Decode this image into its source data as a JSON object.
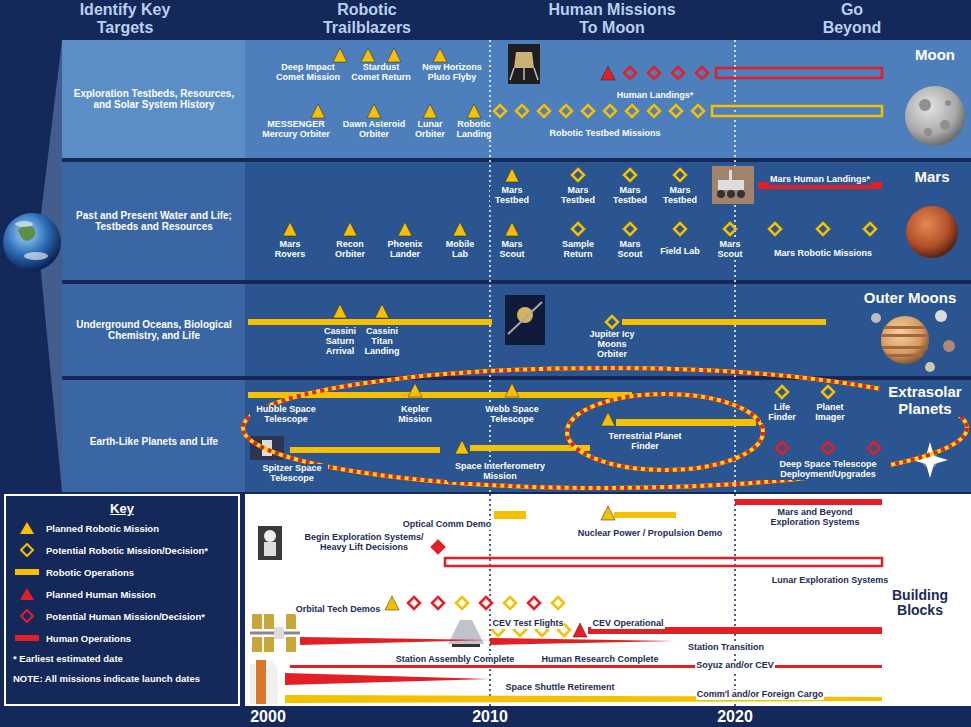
{
  "diagram": {
    "nodes": [
      {
        "text": [
          "Exploration Testbeds, Resources, and Solar System History",
          "Moon"
        ]
      },
      {
        "text": [
          "Past and Present Water and Life; Testbeds and Resources",
          "Mars"
        ]
      },
      {
        "text": [
          "Underground Oceans, Biological Chemistry, and Life",
          "Outer Moons"
        ]
      },
      {
        "text": [
          "Earth-Like Planets and Life",
          "Extrasolar Planets"
        ]
      },
      {
        "text": [
          "Key"
        ]
      },
      {
        "text": [
          "Building Blocks"
        ]
      }
    ],
    "labels": [
      "Identify Key Targets",
      "Robotic Trailblazers",
      "Human Missions To Moon",
      "Go Beyond",
      "Deep Impact Comet Mission",
      "Stardust Comet Return",
      "New Horizons Pluto Flyby",
      "Human Landings*",
      "MESSENGER Mercury Orbiter",
      "Dawn Asteroid Orbiter",
      "Lunar Orbiter",
      "Robotic Landing",
      "Robotic Testbed Missions",
      "Mars Testbed",
      "Mars Testbed",
      "Mars Testbed",
      "Mars Testbed",
      "Mars Human Landings*",
      "Mars Rovers",
      "Recon Orbiter",
      "Phoenix Lander",
      "Mobile Lab",
      "Mars Scout",
      "Sample Return",
      "Mars Scout",
      "Field Lab",
      "Mars Scout",
      "Mars Robotic Missions",
      "Cassini Saturn Arrival",
      "Cassini Titan Landing",
      "Jupiter Icy Moons Orbiter",
      "Hubble Space Telescope",
      "Kepler Mission",
      "Webb Space Telescope",
      "Terrestrial Planet Finder",
      "Life Finder",
      "Planet Imager",
      "Spitzer Space Telescope",
      "Space Interferometry Mission",
      "Deep Space Telescope Deployment/Upgrades",
      "Mars and Beyond Exploration Systems",
      "Optical Comm Demo",
      "Nuclear Power / Propulsion Demo",
      "Begin Exploration Systems/ Heavy Lift Decisions",
      "Lunar Exploration Systems",
      "Orbital Tech Demos",
      "CEV Test Flights",
      "CEV Operational",
      "Station Assembly Complete",
      "Human Research Complete",
      "Station Transition",
      "Soyuz and/or CEV",
      "Space Shuttle Retirement",
      "Comm'l and/or Foreign Cargo",
      "* Earliest estimated date",
      "NOTE: All missions indicate launch dates",
      "2000",
      "2010",
      "2020"
    ],
    "legend": [
      {
        "text": "Planned Robotic Mission"
      },
      {
        "text": "Potential Robotic Mission/Decision*"
      },
      {
        "text": "Robotic Operations",
        "color": "#f5c000"
      },
      {
        "text": "Planned Human Mission"
      },
      {
        "text": "Potential Human Mission/Decision*"
      },
      {
        "text": "Human Operations",
        "color": "#e31e24"
      }
    ]
  }
}
